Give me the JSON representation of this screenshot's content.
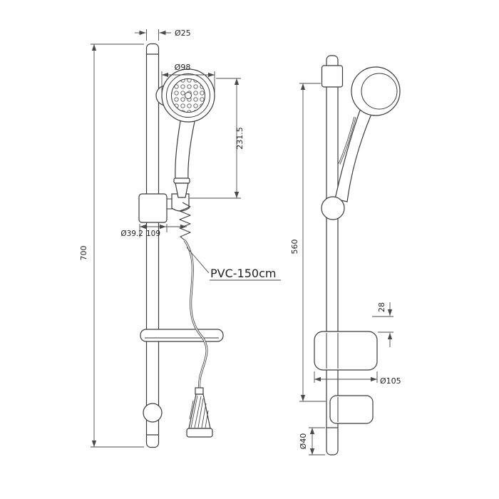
{
  "drawing": {
    "labels": {
      "top_cap_dia": "Ø25",
      "head_dia": "Ø98",
      "head_to_holder": "231.5",
      "total_height": "700",
      "slider_dia": "Ø39.2",
      "slider_offset": "109",
      "hose": "PVC-150cm",
      "rail_span": "560",
      "bracket_gap": "28",
      "bracket_dia": "Ø105",
      "bottom_dia": "Ø40"
    },
    "colors": {
      "line": "#3b3b3b",
      "dimension": "#4a4a4a",
      "text": "#1f1f1f",
      "background": "#ffffff"
    }
  }
}
